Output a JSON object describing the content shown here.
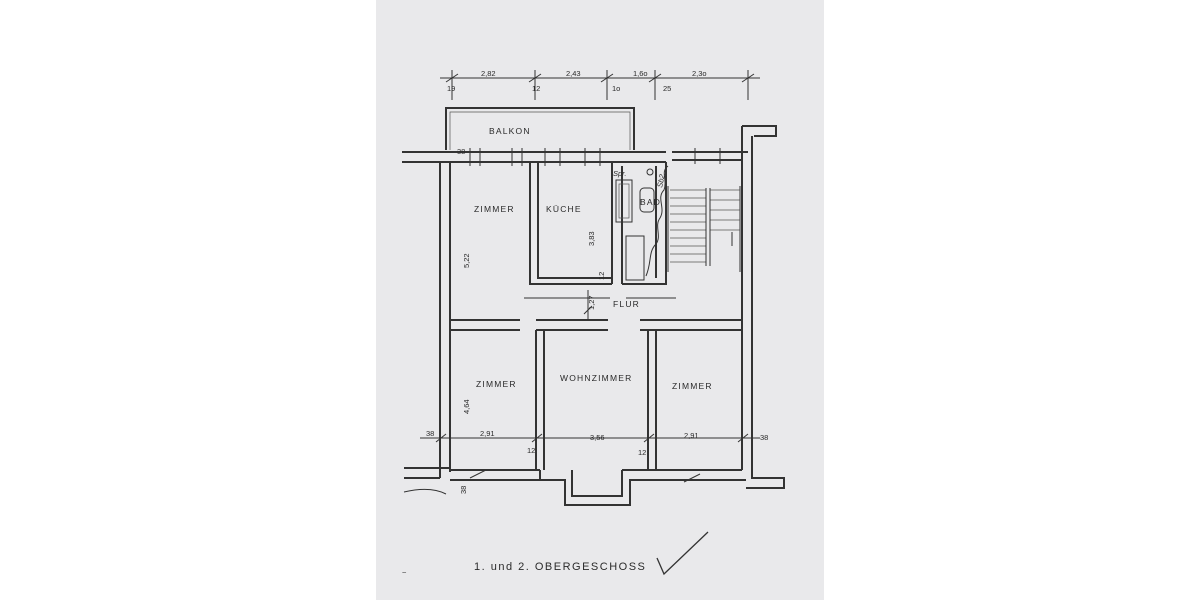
{
  "plan": {
    "caption": "1. und 2. OBERGESCHOSS",
    "signature": "Sb2.",
    "rooms": {
      "balkon": "BALKON",
      "zimmer_top": "ZIMMER",
      "kueche": "KÜCHE",
      "bad": "BAD",
      "spr": "Spr.",
      "flur": "FLUR",
      "zimmer_left": "ZIMMER",
      "wohnzimmer": "WOHNZIMMER",
      "zimmer_right": "ZIMMER"
    },
    "dimensions": {
      "top_282": "2,82",
      "top_243": "2,43",
      "top_160": "1,6o",
      "top_230": "2,3o",
      "top_19": "19",
      "top_12": "12",
      "top_10": "1o",
      "top_25": "25",
      "balkon_38": "38",
      "zimmer_522": "5,22",
      "kueche_383": "3,83",
      "kueche_12": "12",
      "flur_127": "1,27",
      "zimmer_464": "4,64",
      "bottom_38_left": "38",
      "bottom_291_left": "2,91",
      "bottom_356": "3,56",
      "bottom_291_right": "2,91",
      "bottom_38_right": "38",
      "bottom_12_a": "12",
      "bottom_12_b": "12",
      "bottom_38_low": "38"
    }
  }
}
